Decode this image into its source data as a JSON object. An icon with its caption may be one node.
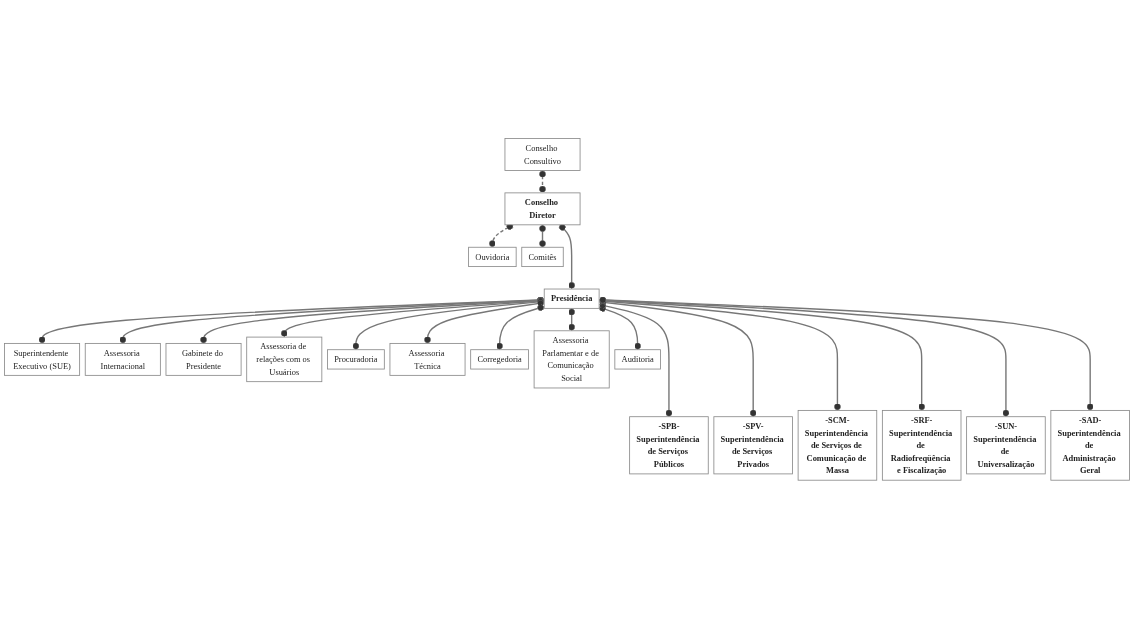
{
  "diagram": {
    "nodes": [
      {
        "text": [
          "Conselho Consultivo"
        ]
      },
      {
        "text": [
          "Conselho Diretor"
        ]
      },
      {
        "text": [
          "Ouvidoria"
        ]
      },
      {
        "text": [
          "Comitês"
        ]
      },
      {
        "text": [
          "Presidência"
        ]
      },
      {
        "text": [
          "Superintendente Executivo (SUE)"
        ]
      },
      {
        "text": [
          "Assessoria Internacional"
        ]
      },
      {
        "text": [
          "Gabinete do Presidente"
        ]
      },
      {
        "text": [
          "Assessoria de relações com os Usuários"
        ]
      },
      {
        "text": [
          "Procuradoria"
        ]
      },
      {
        "text": [
          "Assessoria Técnica"
        ]
      },
      {
        "text": [
          "Corregedoria"
        ]
      },
      {
        "text": [
          "Assessoria Parlamentar e de Comunicação Social"
        ]
      },
      {
        "text": [
          "Auditoria"
        ]
      },
      {
        "text": [
          "-SPB-",
          "Superintendência de Serviços Públicos"
        ]
      },
      {
        "text": [
          "-SPV-",
          "Superintendência de Serviços Privados"
        ]
      },
      {
        "text": [
          "-SCM-",
          "Superintendência de Serviços de Comunicação de Massa"
        ]
      },
      {
        "text": [
          "-SRF-",
          "Superintendência de Radiofreqüência e Fiscalização"
        ]
      },
      {
        "text": [
          "-SUN-",
          "Superintendência de Universalização"
        ]
      },
      {
        "text": [
          "-SAD-",
          "Superintendência de Administração Geral"
        ]
      }
    ],
    "edges": [
      {
        "from": 0,
        "to": 1,
        "arrow": "other",
        "style": "dashed"
      },
      {
        "from": 1,
        "to": 2,
        "arrow": "other",
        "style": "dashed"
      },
      {
        "from": 1,
        "to": 3,
        "arrow": "other"
      },
      {
        "from": 1,
        "to": 4,
        "arrow": "other"
      },
      {
        "from": 4,
        "to": 5,
        "arrow": "other"
      },
      {
        "from": 4,
        "to": 6,
        "arrow": "other"
      },
      {
        "from": 4,
        "to": 7,
        "arrow": "other"
      },
      {
        "from": 4,
        "to": 8,
        "arrow": "other"
      },
      {
        "from": 4,
        "to": 9,
        "arrow": "other"
      },
      {
        "from": 4,
        "to": 10,
        "arrow": "other"
      },
      {
        "from": 4,
        "to": 11,
        "arrow": "other"
      },
      {
        "from": 4,
        "to": 12,
        "arrow": "other"
      },
      {
        "from": 4,
        "to": 13,
        "arrow": "other"
      },
      {
        "from": 4,
        "to": 14,
        "arrow": "other"
      },
      {
        "from": 4,
        "to": 15,
        "arrow": "other"
      },
      {
        "from": 4,
        "to": 16,
        "arrow": "other"
      },
      {
        "from": 4,
        "to": 17,
        "arrow": "other"
      },
      {
        "from": 4,
        "to": 18,
        "arrow": "other"
      },
      {
        "from": 4,
        "to": 19,
        "arrow": "other"
      }
    ]
  }
}
